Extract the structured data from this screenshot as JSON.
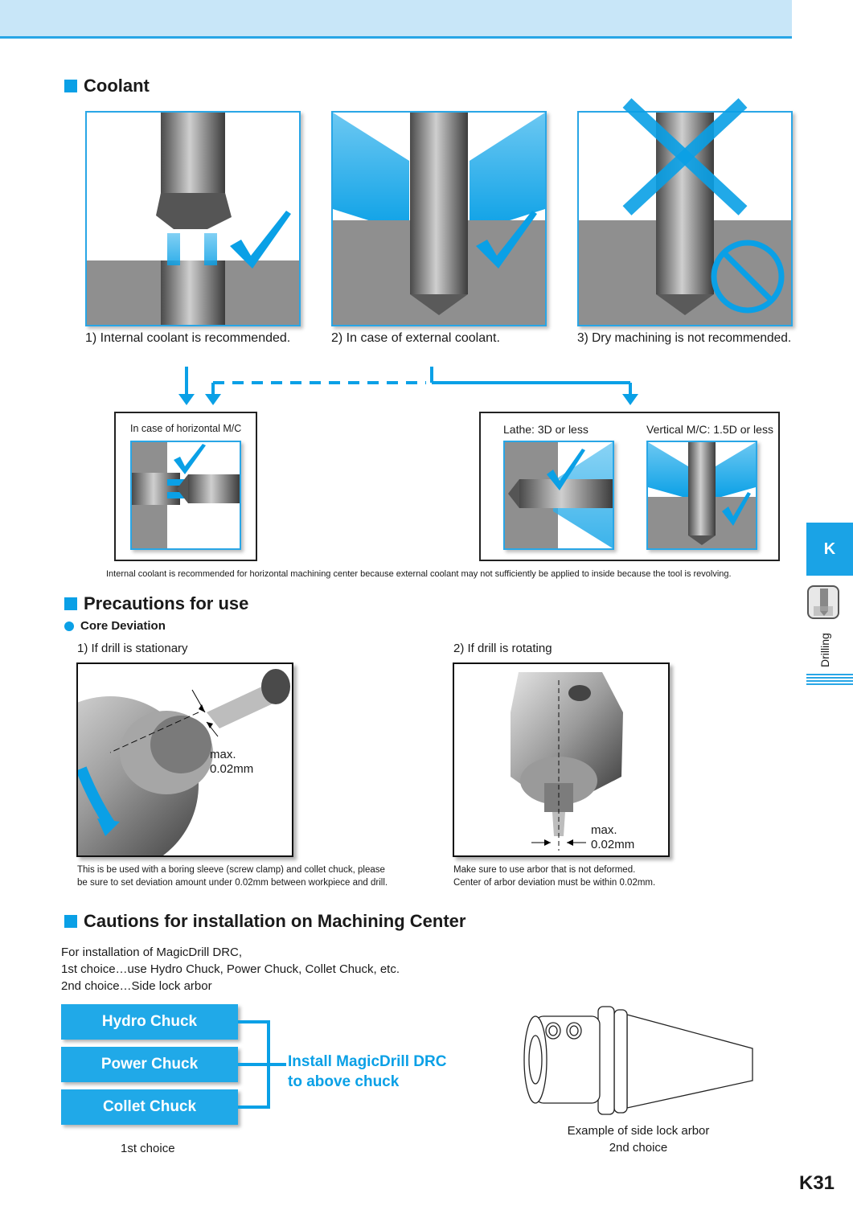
{
  "sections": {
    "coolant": "Coolant",
    "precautions": "Precautions for use",
    "cautions": "Cautions for installation on Machining Center"
  },
  "coolant": {
    "captions": [
      "1) Internal coolant is recommended.",
      "2) In case of external coolant.",
      "3) Dry machining is not recommended."
    ],
    "horizontal_label": "In case of horizontal M/C",
    "lathe_label": "Lathe: 3D or less",
    "vertical_label": "Vertical M/C: 1.5D or less",
    "note": "Internal coolant is recommended for horizontal machining center because external coolant may not sufficiently be applied to inside because the tool is revolving."
  },
  "precautions": {
    "subtitle": "Core Deviation",
    "left_title": "1) If drill is stationary",
    "right_title": "2) If drill is rotating",
    "max_label": "max.",
    "max_value": "0.02mm",
    "left_note_1": "This is be used with a boring sleeve (screw clamp) and collet chuck, please",
    "left_note_2": "be sure to set deviation amount under 0.02mm between workpiece and drill.",
    "right_note_1": "Make sure to use arbor that is not deformed.",
    "right_note_2": "Center of arbor deviation must be within 0.02mm."
  },
  "cautions": {
    "line1": "For installation of MagicDrill DRC,",
    "line2": "1st choice…use Hydro Chuck, Power Chuck, Collet Chuck, etc.",
    "line3": "2nd choice…Side lock arbor",
    "buttons": [
      "Hydro Chuck",
      "Power Chuck",
      "Collet Chuck"
    ],
    "install_1": "Install MagicDrill DRC",
    "install_2": "to above chuck",
    "first_choice": "1st choice",
    "arbor_label": "Example of side lock arbor",
    "second_choice": "2nd choice"
  },
  "side": {
    "tab": "K",
    "category": "Drilling"
  },
  "page_number": "K31",
  "colors": {
    "accent": "#0aa0e6",
    "light": "#c8e6f8",
    "gray": "#8c8c8c"
  }
}
